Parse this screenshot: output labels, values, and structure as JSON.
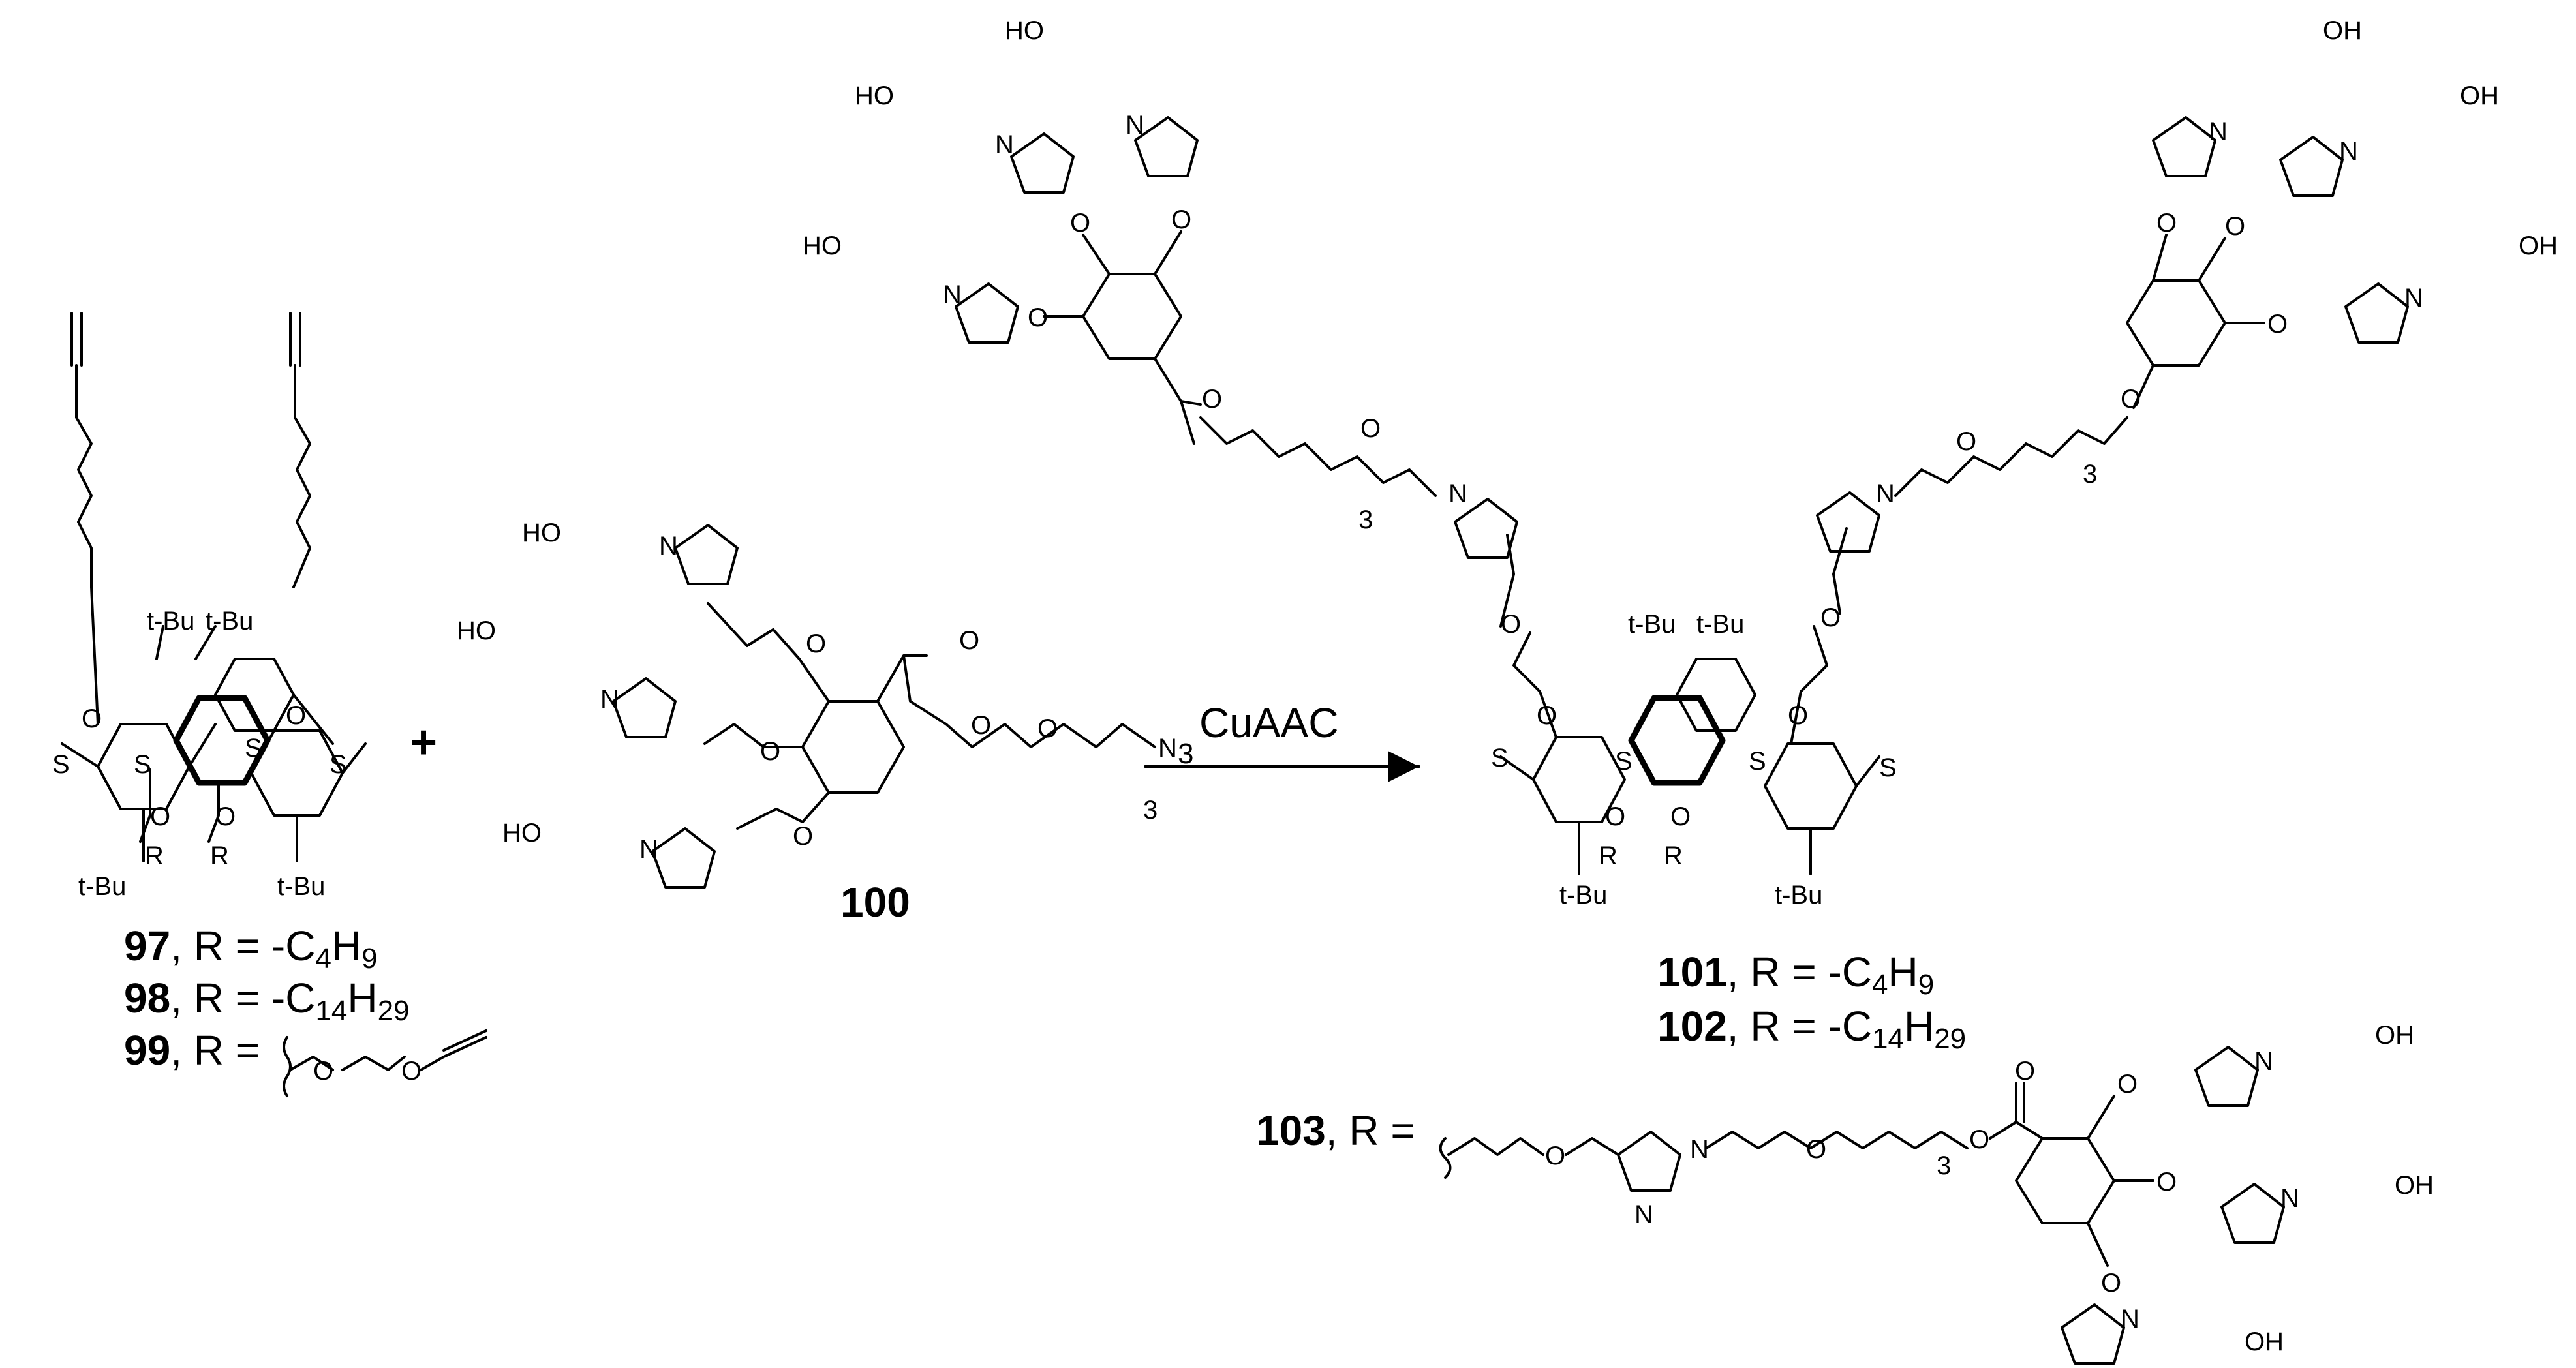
{
  "reaction": {
    "plus": "+",
    "arrow_label": "CuAAC"
  },
  "atoms": {
    "S": "S",
    "O": "O",
    "R": "R",
    "N": "N",
    "N1": "N",
    "tBu": "t-Bu",
    "HO": "HO",
    "OH": "OH",
    "N3": "N",
    "N3_sub": "3",
    "rep": "3"
  },
  "compounds": {
    "c97": {
      "id": "97",
      "r_text": ", R = -C",
      "sub1": "4",
      "mid": "H",
      "sub2": "9"
    },
    "c98": {
      "id": "98",
      "r_text": ", R = -C",
      "sub1": "14",
      "mid": "H",
      "sub2": "29"
    },
    "c99": {
      "id": "99",
      "r_text": ", R = "
    },
    "c100": {
      "id": "100"
    },
    "c101": {
      "id": "101",
      "r_text": ", R = -C",
      "sub1": "4",
      "mid": "H",
      "sub2": "9"
    },
    "c102": {
      "id": "102",
      "r_text": ", R = -C",
      "sub1": "14",
      "mid": "H",
      "sub2": "29"
    },
    "c103": {
      "id": "103",
      "r_text": ", R = "
    }
  }
}
